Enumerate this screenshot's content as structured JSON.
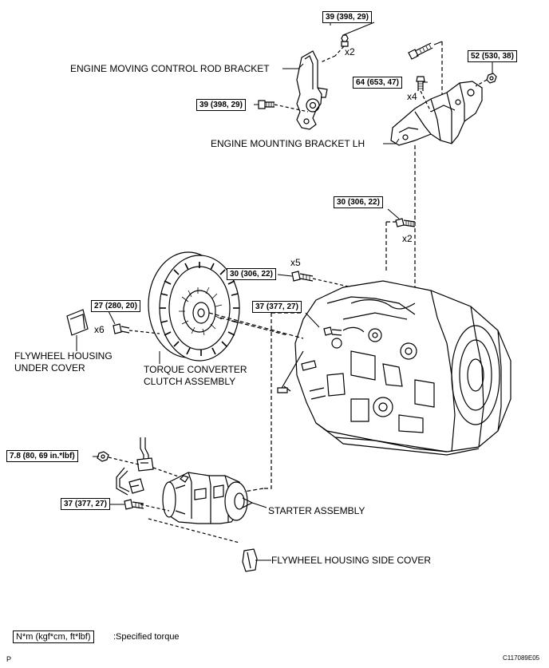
{
  "labels": {
    "engine_moving_control_rod_bracket": "ENGINE MOVING CONTROL ROD BRACKET",
    "engine_mounting_bracket_lh": "ENGINE MOUNTING BRACKET LH",
    "flywheel_housing_under_cover_1": "FLYWHEEL HOUSING",
    "flywheel_housing_under_cover_2": "UNDER COVER",
    "torque_converter_1": "TORQUE CONVERTER",
    "torque_converter_2": "CLUTCH ASSEMBLY",
    "starter_assembly": "STARTER ASSEMBLY",
    "flywheel_housing_side_cover": "FLYWHEEL HOUSING SIDE COVER"
  },
  "torques": {
    "t39_top": "39 (398, 29)",
    "t39_left": "39 (398, 29)",
    "t52": "52 (530, 38)",
    "t64": "64 (653, 47)",
    "t30_mid": "30 (306, 22)",
    "t30_left": "30 (306, 22)",
    "t27": "27 (280, 20)",
    "t37_trans": "37 (377, 27)",
    "t78": "7.8 (80, 69 in.*lbf)",
    "t37_starter": "37 (377, 27)"
  },
  "multipliers": {
    "x2_top": "x2",
    "x4": "x4",
    "x2_mid": "x2",
    "x5": "x5",
    "x6": "x6"
  },
  "legend": {
    "box": "N*m (kgf*cm, ft*lbf)",
    "text": ":Specified torque"
  },
  "footer": {
    "page_letter": "P",
    "figure_code": "C117089E05"
  }
}
